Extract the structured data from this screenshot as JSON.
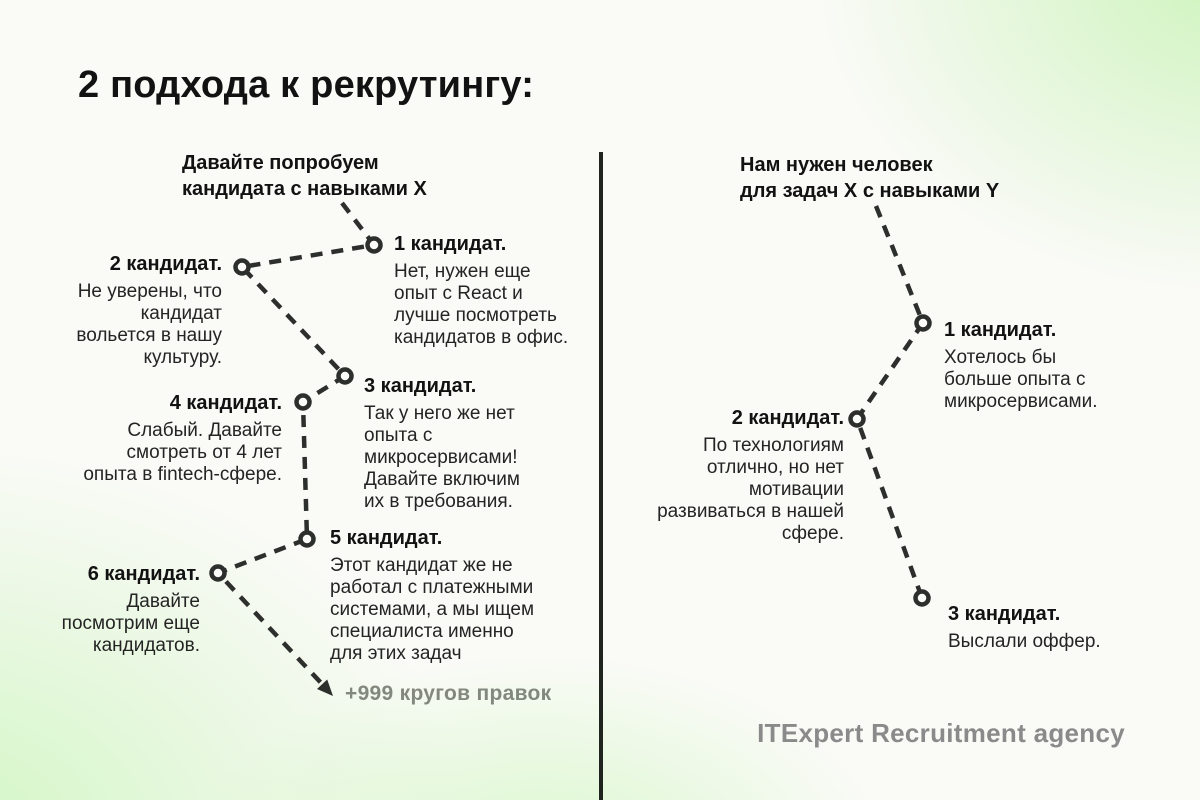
{
  "title": "2 подхода к рекрутингу:",
  "left": {
    "header": "Давайте попробуем\nкандидата с навыками X",
    "candidates": [
      {
        "label": "1 кандидат.",
        "text": "Нет, нужен еще\nопыт с React и\nлучше посмотреть\nкандидатов в офис."
      },
      {
        "label": "2 кандидат.",
        "text": "Не уверены, что\nкандидат\nвольется в нашу\nкультуру."
      },
      {
        "label": "3 кандидат.",
        "text": "Так у него же нет\nопыта с\nмикросервисами!\nДавайте включим\nих в требования."
      },
      {
        "label": "4 кандидат.",
        "text": "Слабый. Давайте\nсмотреть от 4 лет\nопыта в fintech-сфере."
      },
      {
        "label": "5 кандидат.",
        "text": "Этот кандидат же не\nработал с платежными\nсистемами, а мы ищем\nспециалиста именно\nдля этих задач"
      },
      {
        "label": "6 кандидат.",
        "text": "Давайте\nпосмотрим еще\nкандидатов."
      }
    ],
    "outcome": "+999 кругов правок"
  },
  "right": {
    "header": "Нам нужен человек\nдля задач X с навыками Y",
    "candidates": [
      {
        "label": "1 кандидат.",
        "text": "Хотелось бы\nбольше опыта с\nмикросервисами."
      },
      {
        "label": "2 кандидат.",
        "text": "По технологиям\nотлично, но нет\nмотивации\nразвиваться в нашей\nсфере."
      },
      {
        "label": "3 кандидат.",
        "text": "Выслали оффер."
      }
    ]
  },
  "footer": "ITExpert Recruitment agency",
  "colors": {
    "background_green": "#d0f6c2",
    "path_stroke": "#2d2f2c",
    "muted_gray": "#8a8a8a",
    "outcome_gray": "#82887e",
    "text_black": "#121212"
  }
}
